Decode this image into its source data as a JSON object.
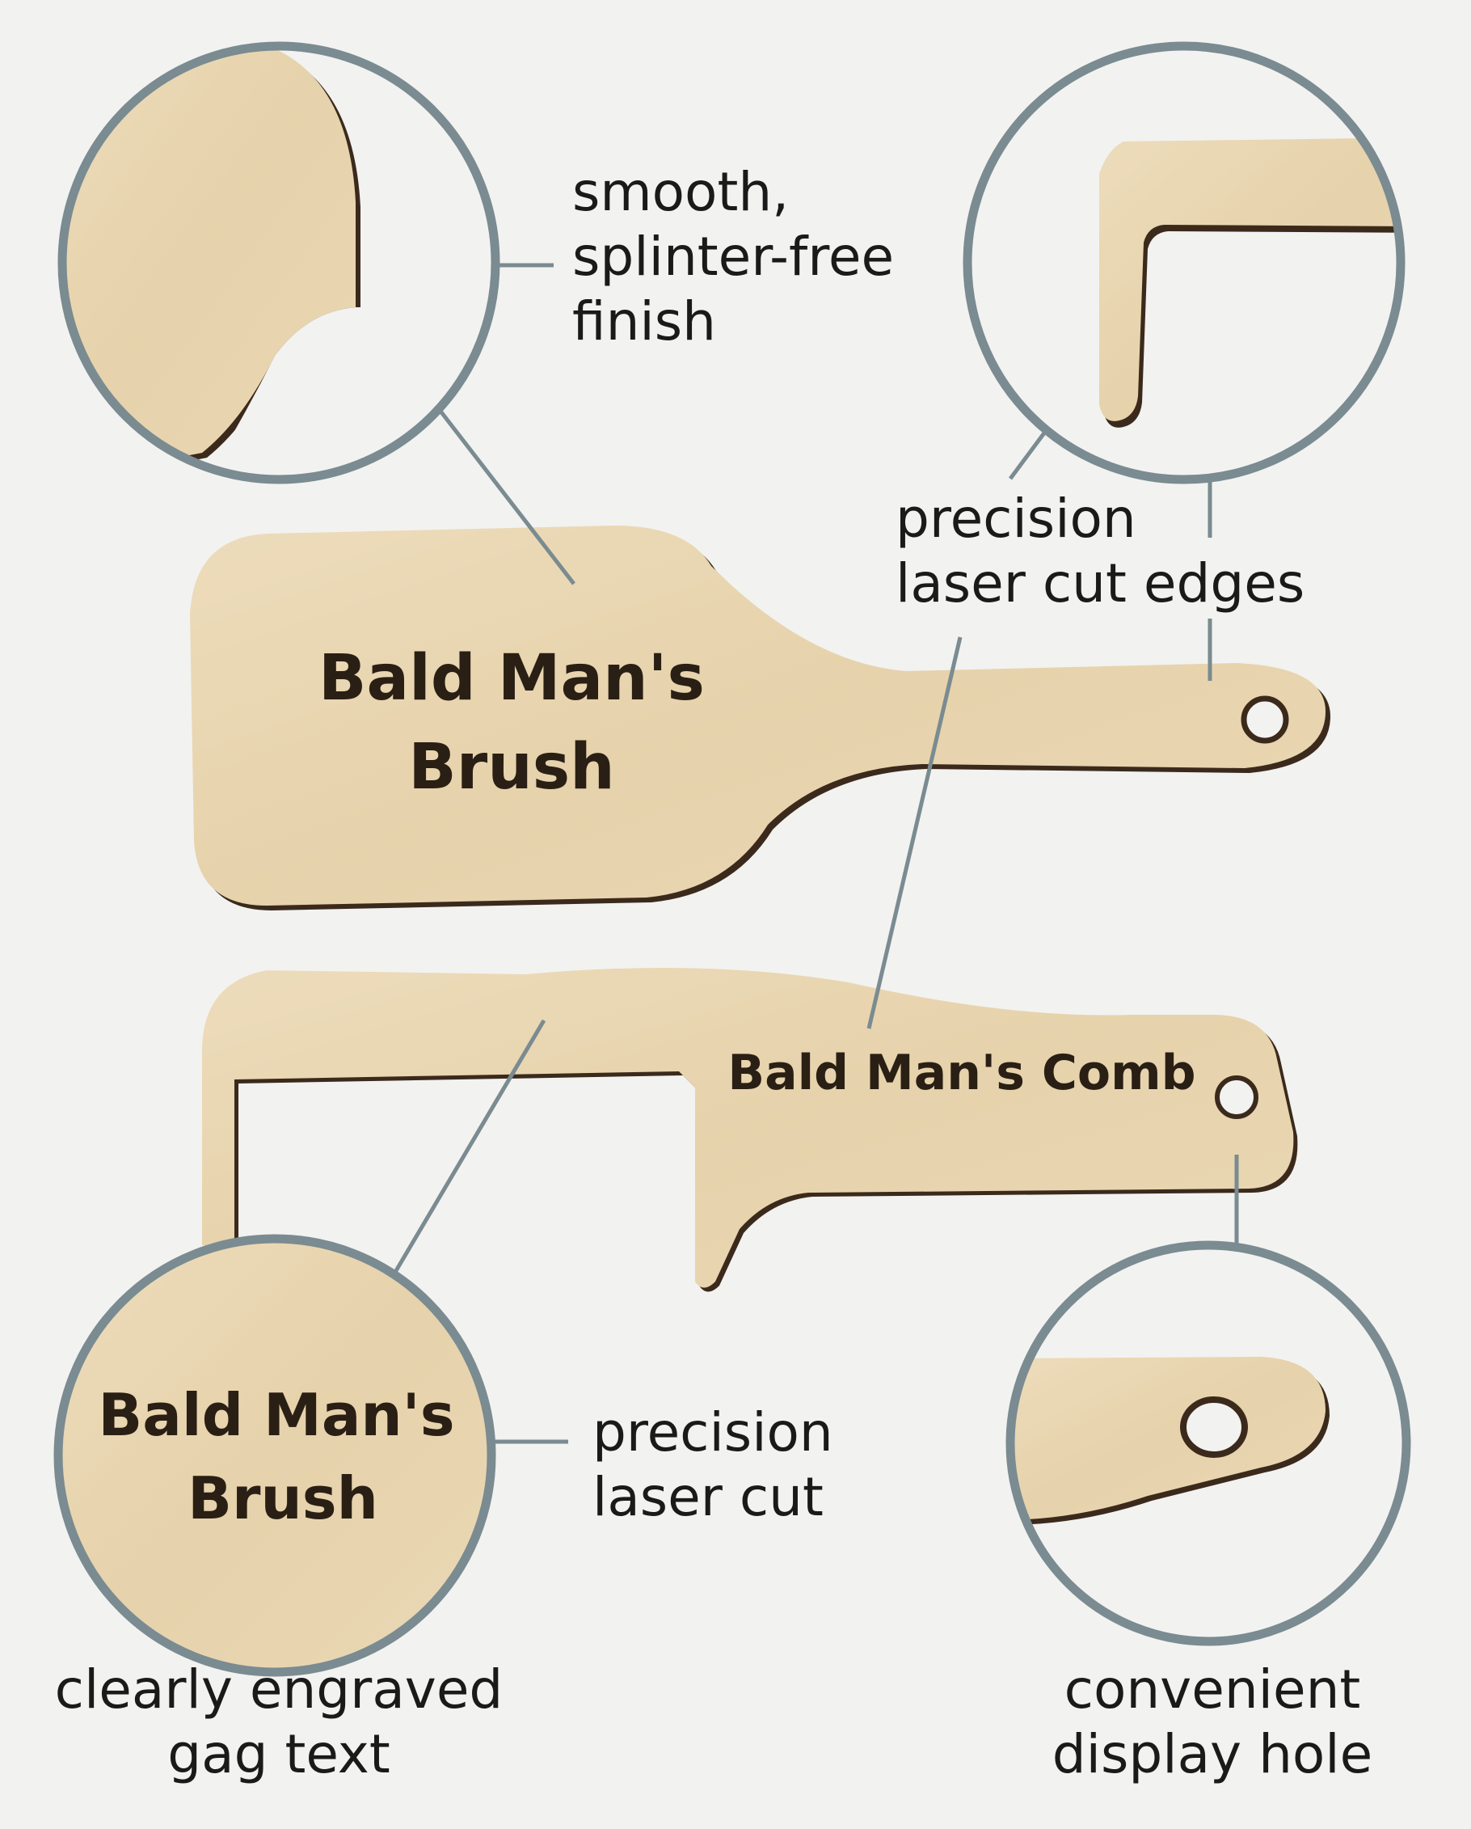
{
  "engraving": {
    "brush_line1": "Bald Man's",
    "brush_line2": "Brush",
    "comb": "Bald Man's Comb",
    "zoom_brush_line1": "Bald Man's",
    "zoom_brush_line2": "Brush"
  },
  "callouts": {
    "finish": [
      "smooth,",
      "splinter-free",
      "finish"
    ],
    "edges": [
      "precision",
      "laser cut edges"
    ],
    "laser_cut": [
      "precision",
      "laser cut"
    ],
    "engraved": [
      "clearly engraved",
      "gag text"
    ],
    "hole": [
      "convenient",
      "display hole"
    ]
  },
  "colors": {
    "background": "#f2f2f0",
    "wood": "#e9d7b4",
    "wood_edge": "#3b2a1c",
    "ring": "#7a8b91",
    "leader": "#7a8b91",
    "text": "#1a1a1a"
  }
}
